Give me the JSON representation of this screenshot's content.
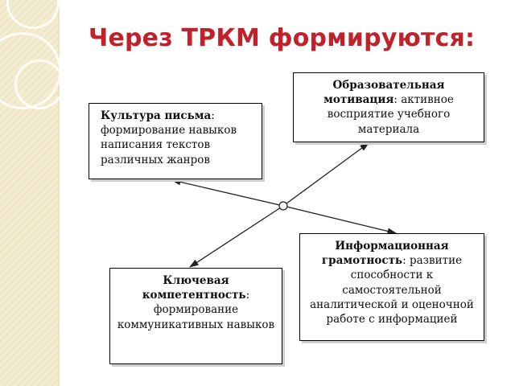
{
  "title": "Через ТРКМ формируются:",
  "boxes": {
    "culture": {
      "term": "Культура письма",
      "sep": ":",
      "text": "формирование навыков написания текстов различных жанров"
    },
    "motivation": {
      "term": "Образовательная мотивация",
      "sep": ":",
      "text": "активное восприятие учебного материала"
    },
    "info": {
      "term": "Информационная грамотность",
      "sep": ":",
      "text": "развитие способности к самостоятельной аналитической и оценочной работе с информацией"
    },
    "key": {
      "term": "Ключевая компетентность",
      "sep": ":",
      "text": "формирование коммуникативных навыков"
    }
  },
  "colors": {
    "title": "#c0212a",
    "deco": "#f4ecd0"
  }
}
